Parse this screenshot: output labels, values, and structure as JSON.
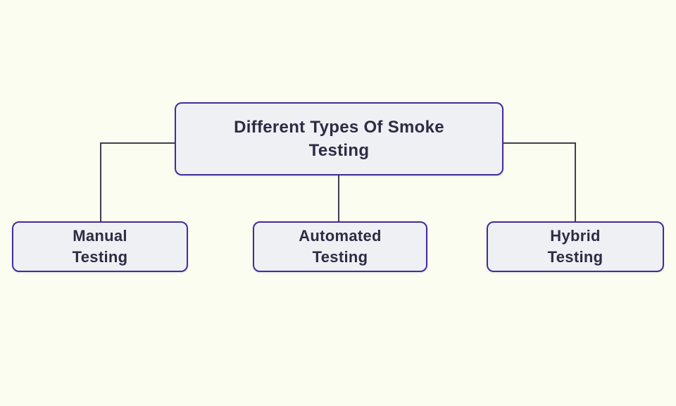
{
  "nodes": {
    "root": {
      "label": "Different Types Of Smoke\nTesting"
    },
    "children": [
      {
        "id": "manual",
        "label": "Manual\nTesting"
      },
      {
        "id": "automated",
        "label": "Automated\nTesting"
      },
      {
        "id": "hybrid",
        "label": "Hybrid\nTesting"
      }
    ]
  },
  "colors": {
    "background": "#fbfdf0",
    "node_fill": "#eef0f4",
    "node_border": "#432c9c",
    "connector": "#3f3e4e",
    "text": "#2e2b44"
  }
}
